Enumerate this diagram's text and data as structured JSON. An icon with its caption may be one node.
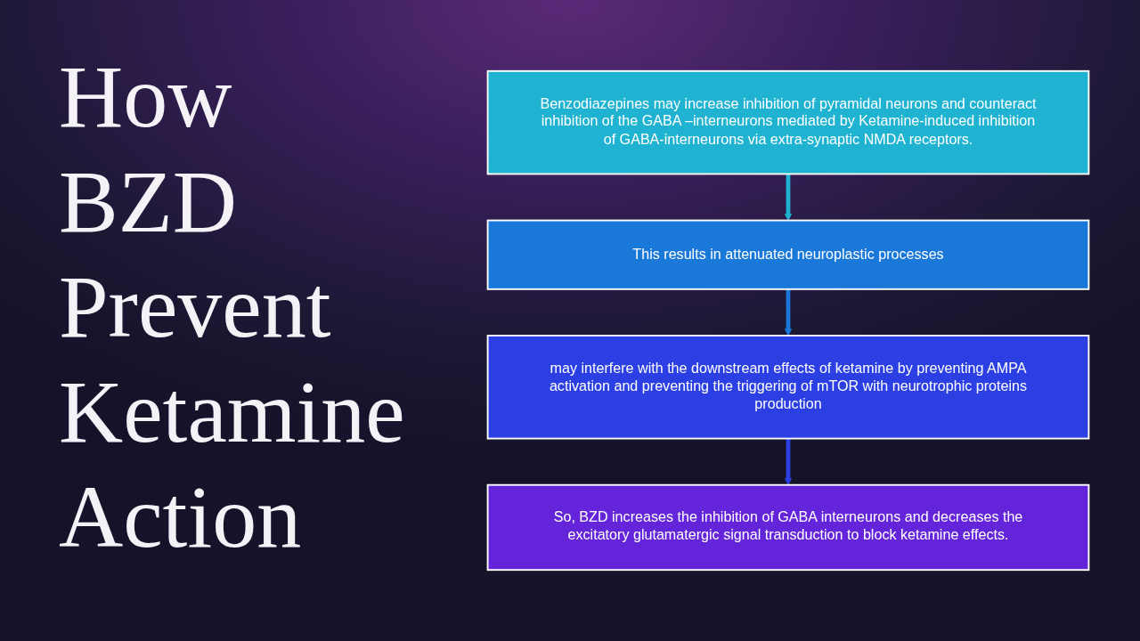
{
  "diagram": {
    "title": "How BZD Prevent Ketamine Action",
    "nodes": [
      {
        "text": [
          "Benzodiazepines may increase inhibition of pyramidal neurons and counteract inhibition of the GABA –interneurons mediated by Ketamine-induced inhibition of GABA-interneurons via extra-synaptic NMDA receptors."
        ]
      },
      {
        "text": [
          "This results in attenuated neuroplastic processes"
        ]
      },
      {
        "text": [
          "may interfere with the downstream effects of ketamine by preventing AMPA activation and preventing the triggering of mTOR with neurotrophic proteins production"
        ]
      },
      {
        "text": [
          "So, BZD increases the inhibition of GABA interneurons and decreases the excitatory glutamatergic signal transduction to block ketamine effects."
        ]
      }
    ],
    "edges": [
      {
        "from": 0,
        "to": 1,
        "arrow": "to",
        "color": "#1fb3d1"
      },
      {
        "from": 1,
        "to": 2,
        "arrow": "to",
        "color": "#1a78d8"
      },
      {
        "from": 2,
        "to": 3,
        "arrow": "to",
        "color": "#2b3fe3"
      }
    ]
  }
}
